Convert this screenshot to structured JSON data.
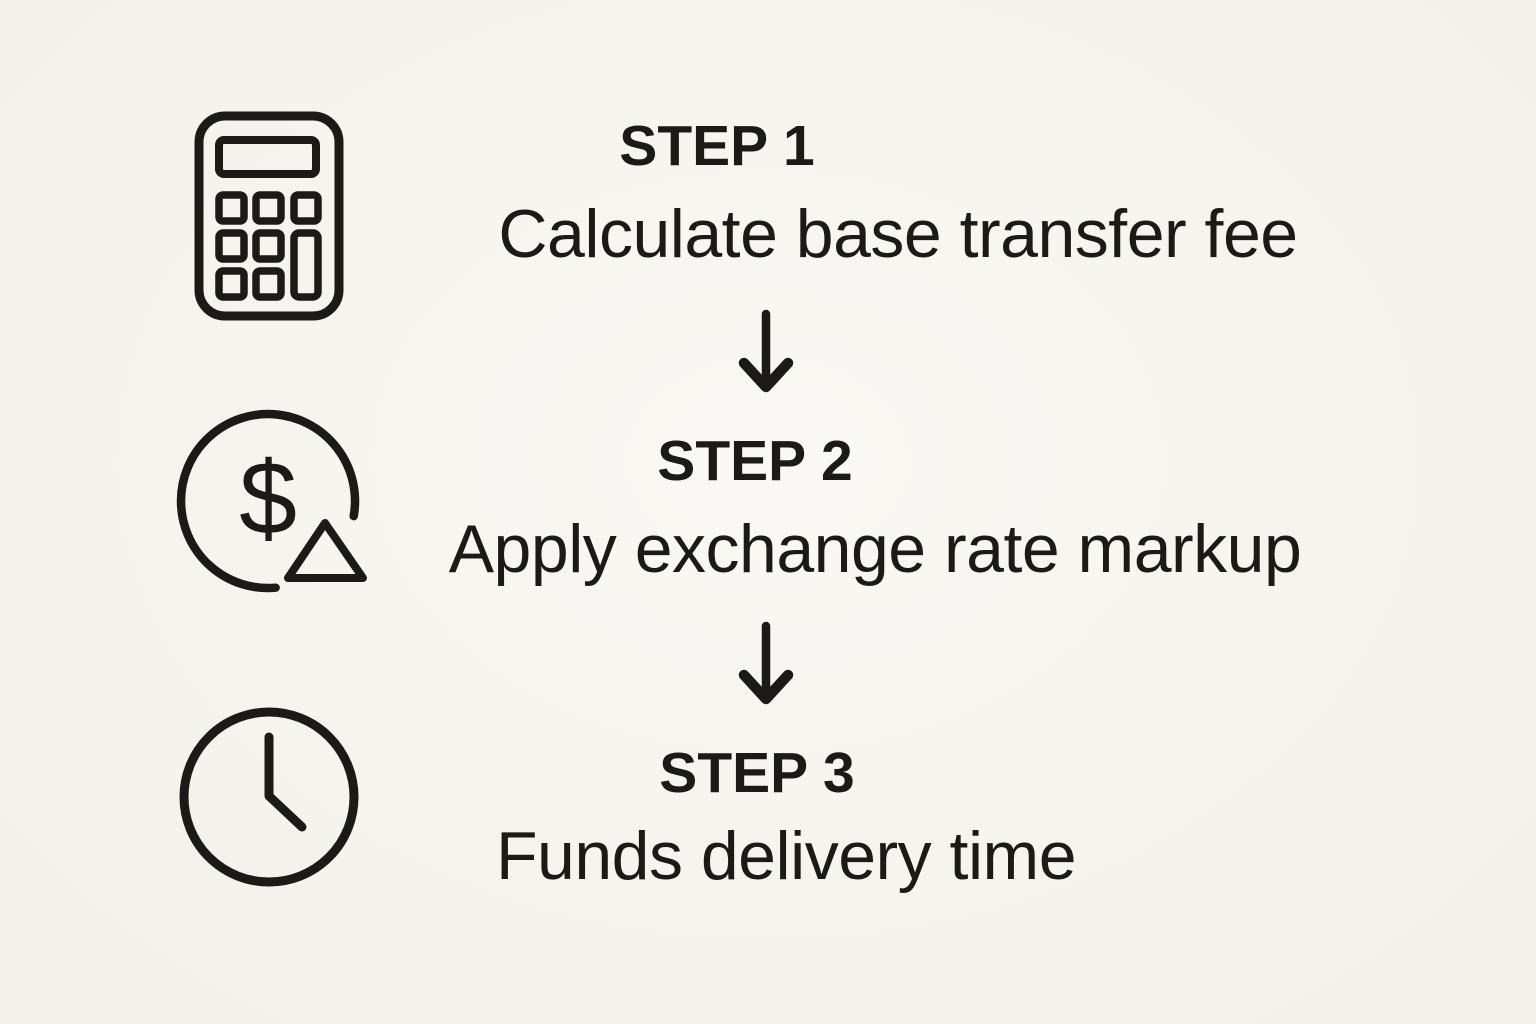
{
  "page": {
    "background_color": "#f7f5ef",
    "ink_color": "#1c1a17"
  },
  "diagram": {
    "title_implied": "Money transfer fee process",
    "steps": [
      {
        "label": "STEP 1",
        "description": "Calculate base transfer fee",
        "icon": "calculator-icon"
      },
      {
        "label": "STEP 2",
        "description": "Apply exchange rate markup",
        "icon": "dollar-rate-change-icon"
      },
      {
        "label": "STEP 3",
        "description": "Funds delivery time",
        "icon": "clock-icon"
      }
    ],
    "connectors": [
      {
        "type": "down-arrow",
        "from": "STEP 1",
        "to": "STEP 2"
      },
      {
        "type": "down-arrow",
        "from": "STEP 2",
        "to": "STEP 3"
      }
    ],
    "currency_symbol": "$"
  }
}
